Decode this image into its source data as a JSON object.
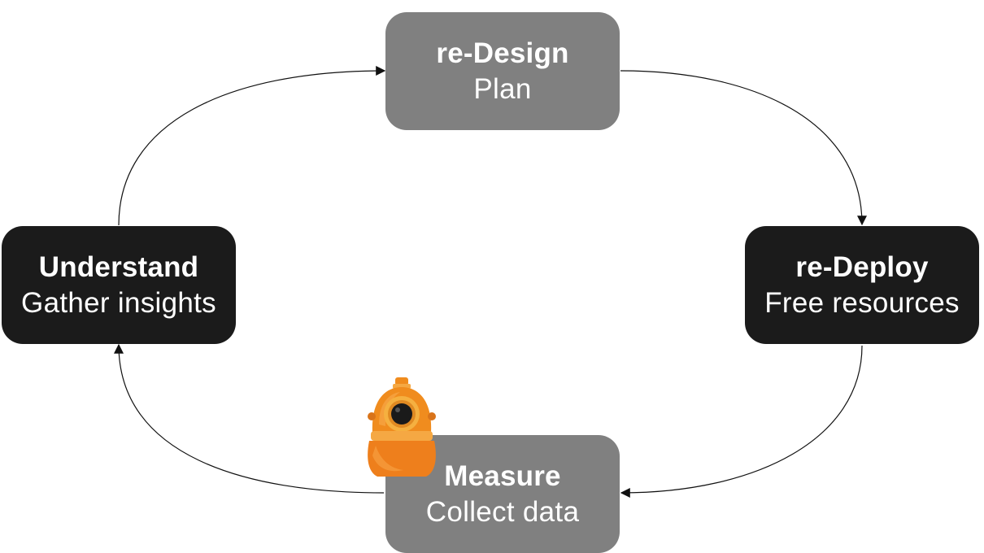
{
  "diagram": {
    "nodes": {
      "redesign": {
        "title": "re-Design",
        "subtitle": "Plan"
      },
      "redeploy": {
        "title": "re-Deploy",
        "subtitle": "Free resources"
      },
      "measure": {
        "title": "Measure",
        "subtitle": "Collect data"
      },
      "understand": {
        "title": "Understand",
        "subtitle": "Gather insights"
      }
    },
    "colors": {
      "dark_node": "#1b1b1b",
      "grey_node": "#808080",
      "text": "#ffffff",
      "arrow": "#111111",
      "mascot_orange": "#f08c1e"
    },
    "mascot_icon": "diving-helmet-icon"
  }
}
